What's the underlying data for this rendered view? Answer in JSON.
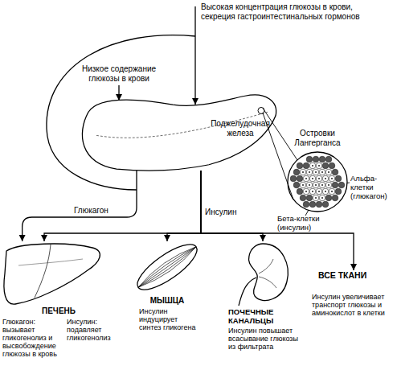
{
  "diagram": {
    "nodes": [
      {
        "text": [
          "Поджелудочная железа"
        ]
      },
      {
        "text": [
          "Островки Лангерганса"
        ]
      },
      {
        "text": [
          "ПЕЧЕНЬ",
          "Глюкагон: вызывает гликогенолиз и высвобождение глюкозы в кровь",
          "Инсулин: подавляет гликогенолиз"
        ]
      },
      {
        "text": [
          "МЫШЦА",
          "Инсулин индуцирует синтез гликогена"
        ]
      },
      {
        "text": [
          "ПОЧЕЧНЫЕ КАНАЛЬЦЫ",
          "Инсулин повышает всасывание глюкозы из фильтрата"
        ]
      },
      {
        "text": [
          "ВСЕ ТКАНИ",
          "Инсулин увеличивает транспорт глюкозы и аминокислот в клетки"
        ]
      }
    ],
    "edges": [
      {
        "from": 0,
        "to": 2,
        "label": "Глюкагон",
        "arrow": "to"
      },
      {
        "from": 0,
        "to": 2,
        "arrow": "to"
      },
      {
        "from": 0,
        "to": 3,
        "label": "Инсулин",
        "arrow": "to"
      },
      {
        "from": 0,
        "to": 4,
        "arrow": "to"
      },
      {
        "from": 0,
        "to": 5,
        "arrow": "to"
      },
      {
        "from": 0,
        "to": 1,
        "arrow": "none"
      }
    ],
    "labels": [
      "Высокая концентрация глюкозы в крови, секреция гастроинтестинальных гормонов",
      "Низкое содержание глюкозы в крови",
      "Альфа-клетки (глюкагон)",
      "Бета-клетки (инсулин)"
    ]
  }
}
